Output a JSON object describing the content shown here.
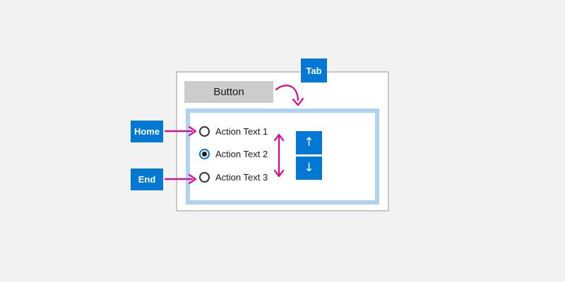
{
  "colors": {
    "bg": "#f2f2f2",
    "blue": "#0078d4",
    "magenta": "#e3008c",
    "panel_border": "#b0d3f1",
    "button_gray": "#cccccc",
    "window_border": "#c7c7c7",
    "text": "#1a1a1a"
  },
  "key_annotations": {
    "tab": "Tab",
    "home": "Home",
    "end": "End"
  },
  "window": {
    "button_label": "Button",
    "radio_group": {
      "items": [
        {
          "label": "Action Text 1",
          "selected": false
        },
        {
          "label": "Action Text 2",
          "selected": true
        },
        {
          "label": "Action Text 3",
          "selected": false
        }
      ]
    },
    "arrow_key_buttons": {
      "up_icon": "↑",
      "down_icon": "↓"
    }
  }
}
